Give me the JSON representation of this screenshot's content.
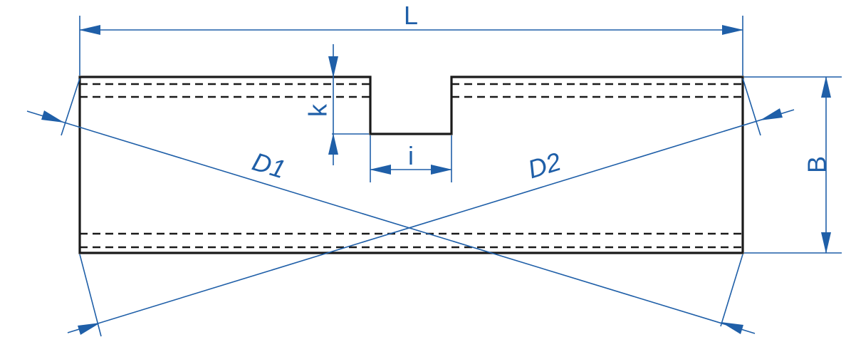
{
  "labels": {
    "length": "L",
    "diag1": "D1",
    "diag2": "D2",
    "height": "B",
    "notch_depth": "k",
    "notch_width": "i"
  },
  "colors": {
    "dimension": "#1f5fa8",
    "outline": "#1a1a1a"
  }
}
